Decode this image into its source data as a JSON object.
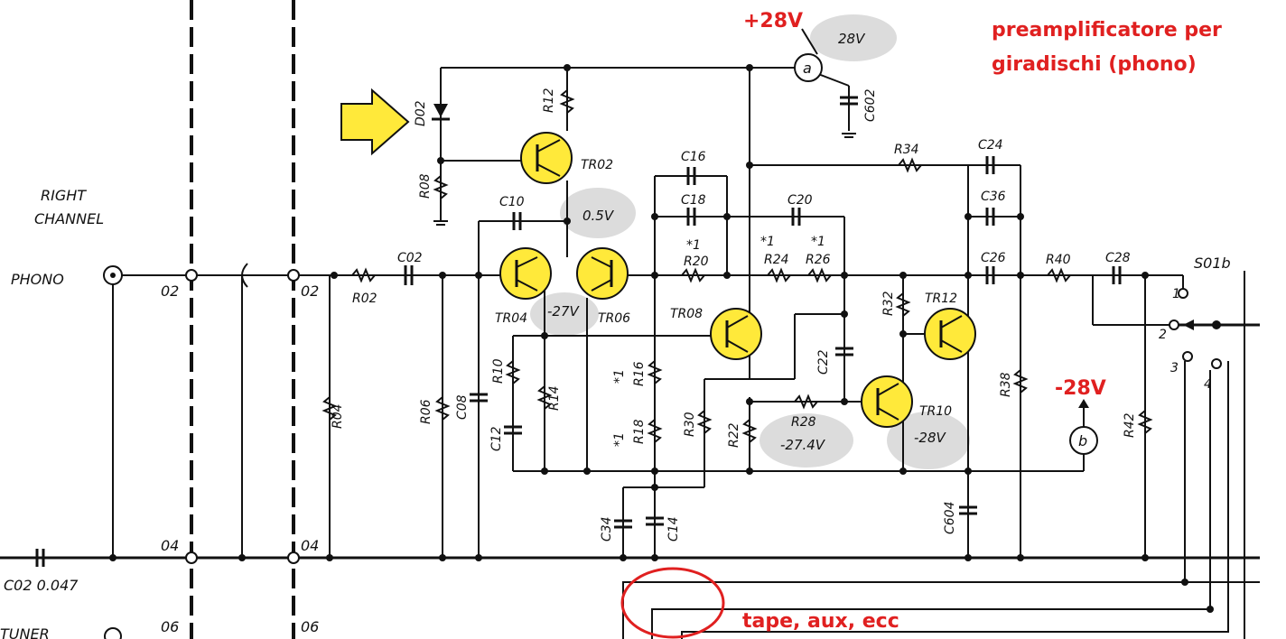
{
  "annotations": {
    "title_line1": "preamplificatore per",
    "title_line2": "giradischi (phono)",
    "plus_supply": "+28V",
    "minus_supply": "-28V",
    "tape_note": "tape, aux, ecc"
  },
  "input": {
    "channel_line1": "RIGHT",
    "channel_line2": "CHANNEL",
    "phono": "PHONO",
    "tuner": "TUNER"
  },
  "nodes": {
    "n02a": "02",
    "n02b": "02",
    "n04a": "04",
    "n04b": "04",
    "n06a": "06",
    "n06b": "06",
    "a": "a",
    "b": "b"
  },
  "transistors": [
    "TR02",
    "TR04",
    "TR06",
    "TR08",
    "TR10",
    "TR12"
  ],
  "resistors": [
    "R02",
    "R04",
    "R06",
    "R08",
    "R10",
    "R12",
    "R14",
    "R16",
    "R18",
    "R20",
    "R22",
    "R24",
    "R26",
    "R28",
    "R30",
    "R32",
    "R34",
    "R38",
    "R40",
    "R42"
  ],
  "capacitors": [
    "C02",
    "C08",
    "C10",
    "C12",
    "C14",
    "C16",
    "C18",
    "C20",
    "C22",
    "C24",
    "C26",
    "C28",
    "C34",
    "C36",
    "C602",
    "C604"
  ],
  "c02_value": "C02 0.047",
  "diode": "D02",
  "switch": {
    "label": "S01b",
    "pos1": "1",
    "pos2": "2",
    "pos3": "3",
    "pos4": "4"
  },
  "voltages": {
    "v_a": "28V",
    "v_tr02": "0.5V",
    "v_tr04": "-27V",
    "v_r22": "-27.4V",
    "v_tr10": "-28V"
  },
  "marks": {
    "star1": "*1",
    "star": "*"
  }
}
